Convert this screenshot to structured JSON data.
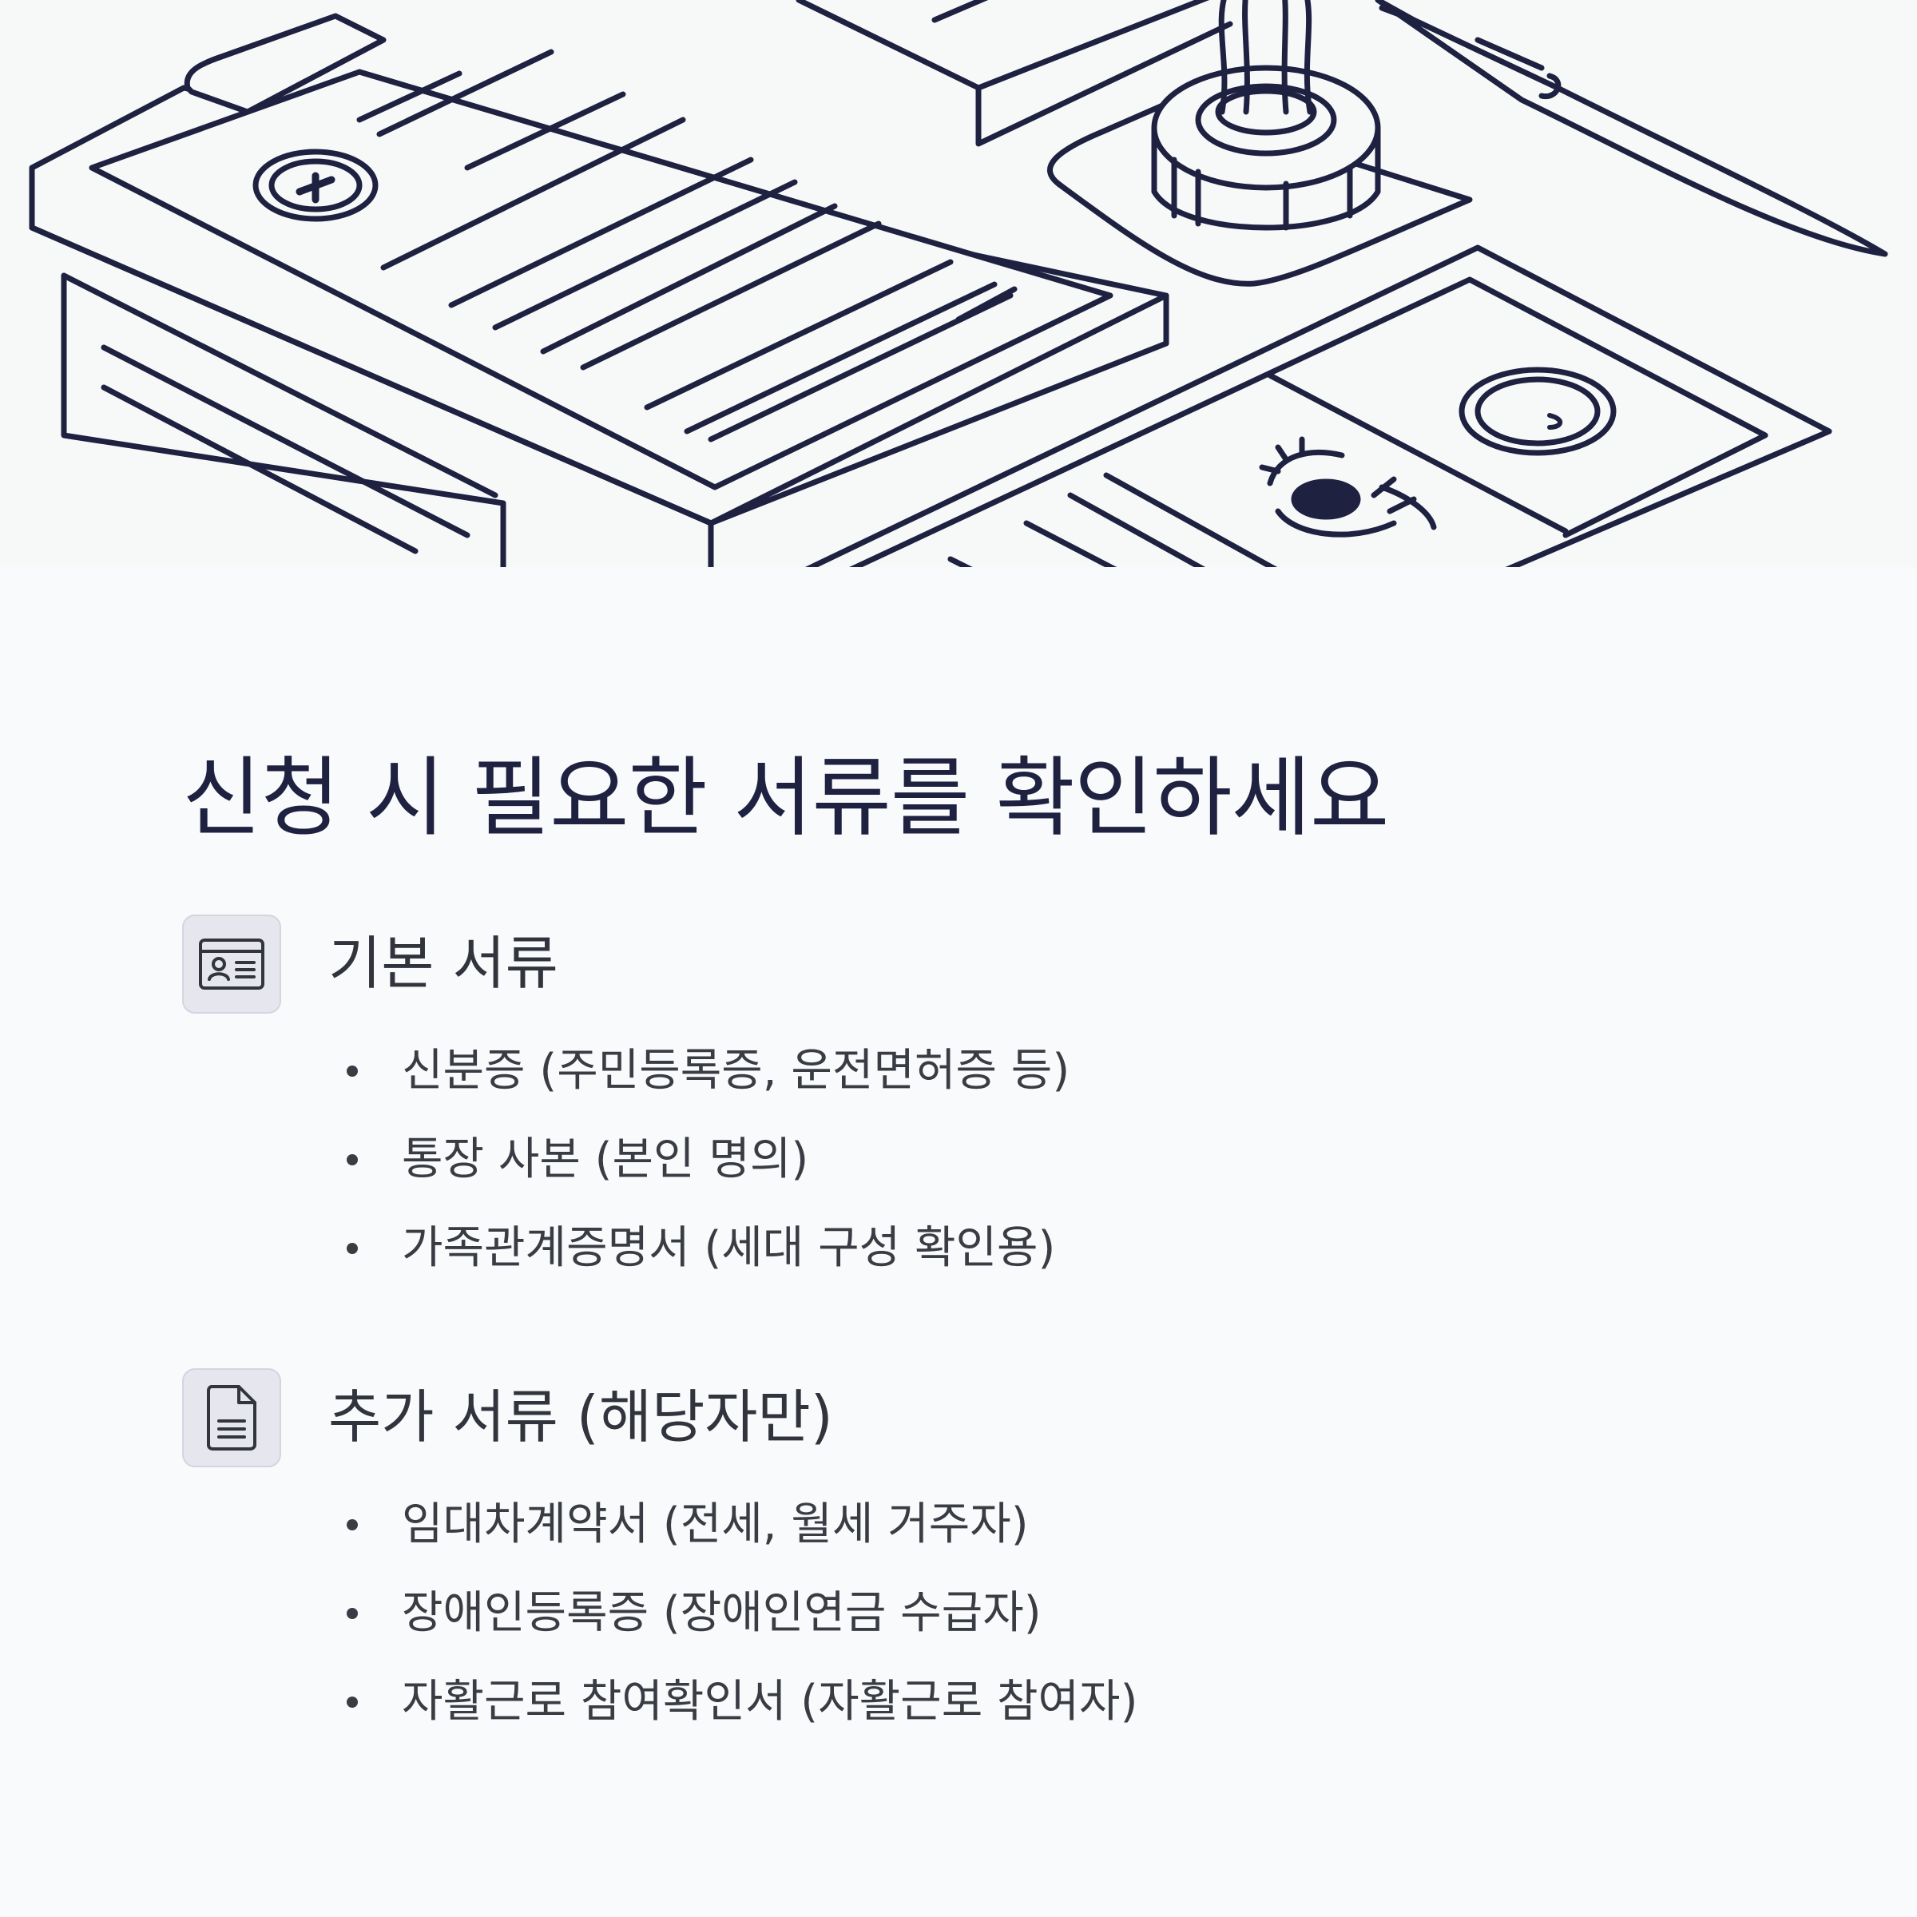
{
  "hero": {
    "icons": [
      "documents-illustration-icon",
      "clipboard-icon",
      "seal-stamp-icon",
      "ink-pen-icon",
      "wax-seal-icon"
    ]
  },
  "title": "신청 시 필요한 서류를 확인하세요",
  "sections": [
    {
      "icon": "id-card-icon",
      "title": "기본 서류",
      "items": [
        "신분증 (주민등록증, 운전면허증 등)",
        "통장 사본 (본인 명의)",
        "가족관계증명서 (세대 구성 확인용)"
      ]
    },
    {
      "icon": "document-icon",
      "title": "추가 서류 (해당자만)",
      "items": [
        "임대차계약서 (전세, 월세 거주자)",
        "장애인등록증 (장애인연금 수급자)",
        "자활근로 참여확인서 (자활근로 참여자)"
      ]
    }
  ],
  "colors": {
    "ink": "#1e2140",
    "background": "#f9fafc",
    "icon_box": "#e5e6ee",
    "text": "#3a3c44"
  }
}
